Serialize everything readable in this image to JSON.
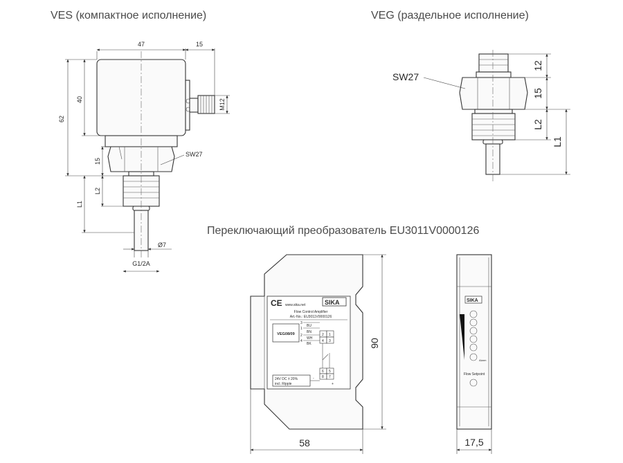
{
  "titles": {
    "ves": "VES (компактное исполнение)",
    "veg": "VEG (раздельное исполнение)",
    "amplifier": "Переключающий преобразователь EU3011V0000126"
  },
  "ves": {
    "dim_width": "47",
    "dim_conn": "15",
    "dim_height_top": "40",
    "dim_height_total": "62",
    "dim_hex_height": "15",
    "dim_thread": "M12",
    "hex_label": "SW27",
    "dim_L2": "L2",
    "dim_L1": "L1",
    "dim_diameter": "Ø7",
    "thread_label": "G1/2A"
  },
  "veg": {
    "hex_label": "SW27",
    "dim_top": "12",
    "dim_hex": "15",
    "dim_L2": "L2",
    "dim_L1": "L1"
  },
  "amplifier": {
    "ce": "CE",
    "website": "www.sika.net",
    "brand": "SIKA",
    "product": "Flow Control Amplifier",
    "art_no": "Art.-No.: EU3011V0000126",
    "sensor_model": "VEG08/09",
    "pins": [
      "3",
      "1",
      "2",
      "4"
    ],
    "wires": [
      "BU",
      "BN",
      "WH",
      "BK"
    ],
    "terminals_top": [
      "2",
      "1",
      "4",
      "3"
    ],
    "terminals_bottom": [
      "6",
      "5",
      "8",
      "7"
    ],
    "supply_line1": "24V DC ± 20%",
    "supply_line2": "incl. Ripple",
    "minus": "-",
    "plus": "+",
    "dim_height": "90",
    "dim_width": "58",
    "side_brand": "SIKA",
    "alarm": "Alarm",
    "setpoint": "Flow Setpoint",
    "dim_side_width": "17,5"
  }
}
